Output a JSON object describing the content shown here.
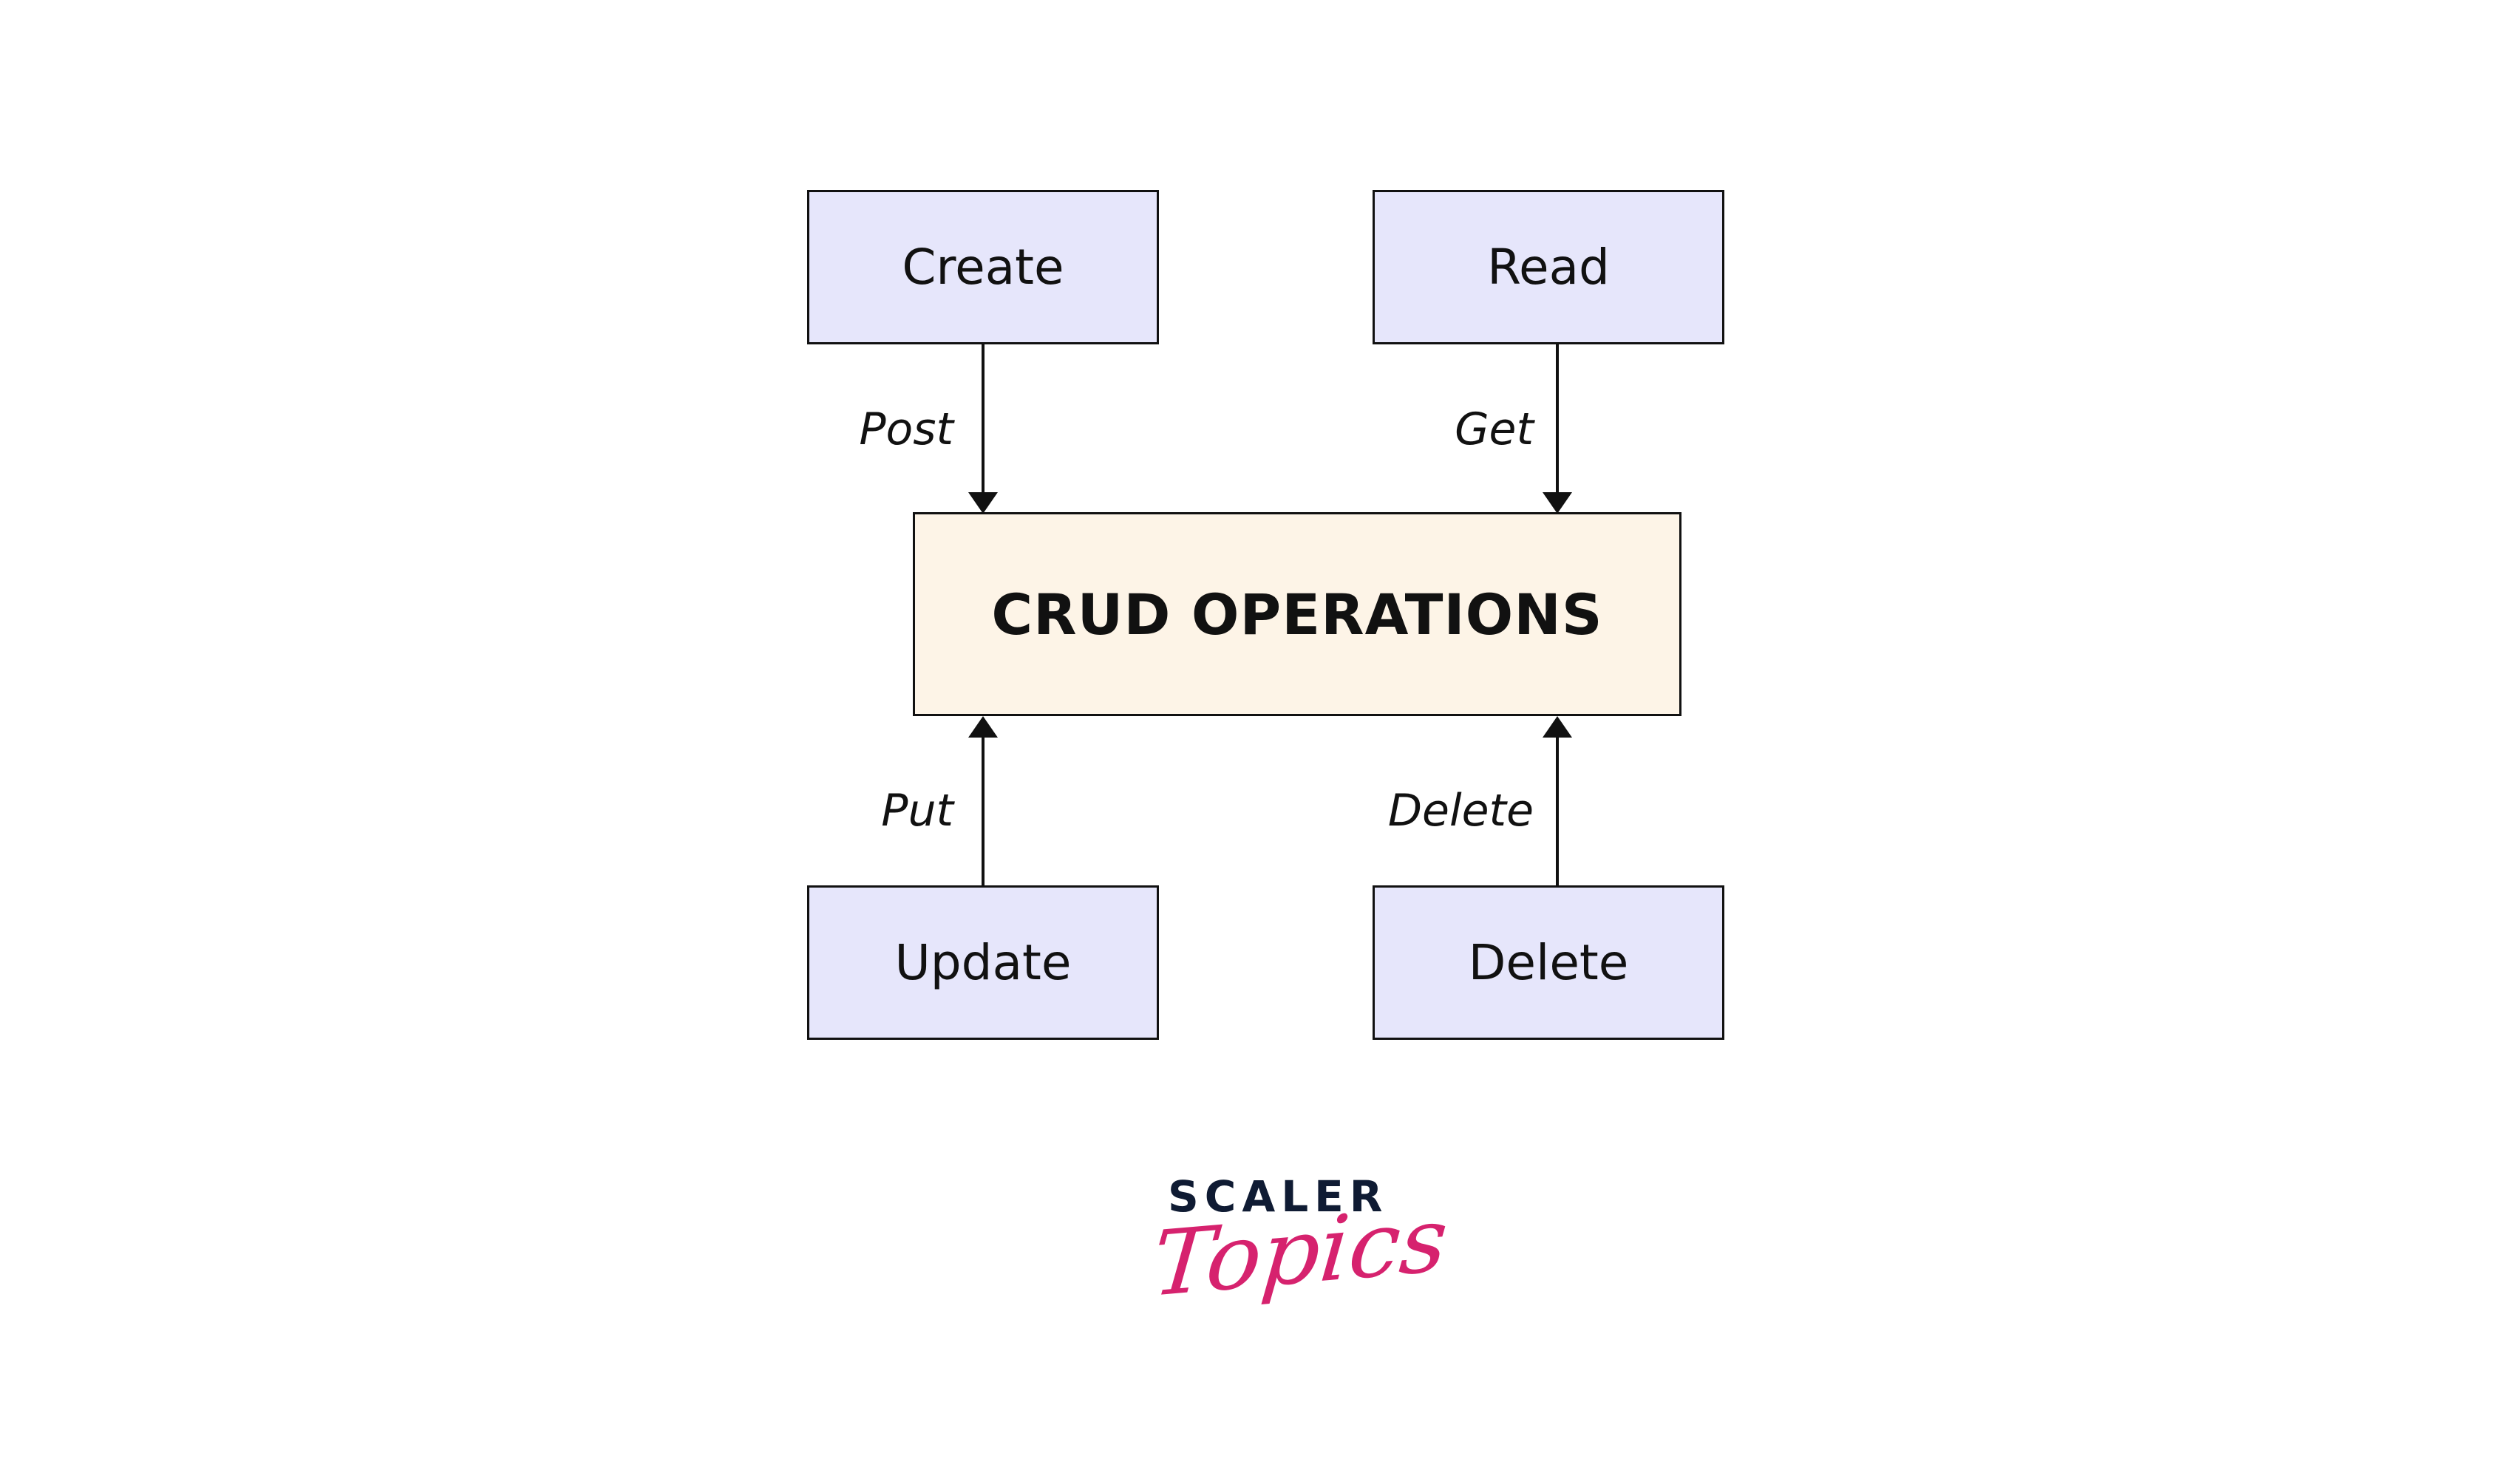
{
  "nodes": {
    "create": "Create",
    "read": "Read",
    "center": "CRUD OPERATIONS",
    "update": "Update",
    "delete": "Delete"
  },
  "edge_labels": {
    "create_to_center": "Post",
    "read_to_center": "Get",
    "update_to_center": "Put",
    "delete_to_center": "Delete"
  },
  "logo": {
    "line1": "SCALER",
    "line2": "Topics"
  },
  "colors": {
    "operation_fill": "#e6e6fb",
    "center_fill": "#fdf4e7",
    "stroke": "#111111",
    "logo_dark": "#0f1b33",
    "logo_accent": "#d6226e"
  }
}
